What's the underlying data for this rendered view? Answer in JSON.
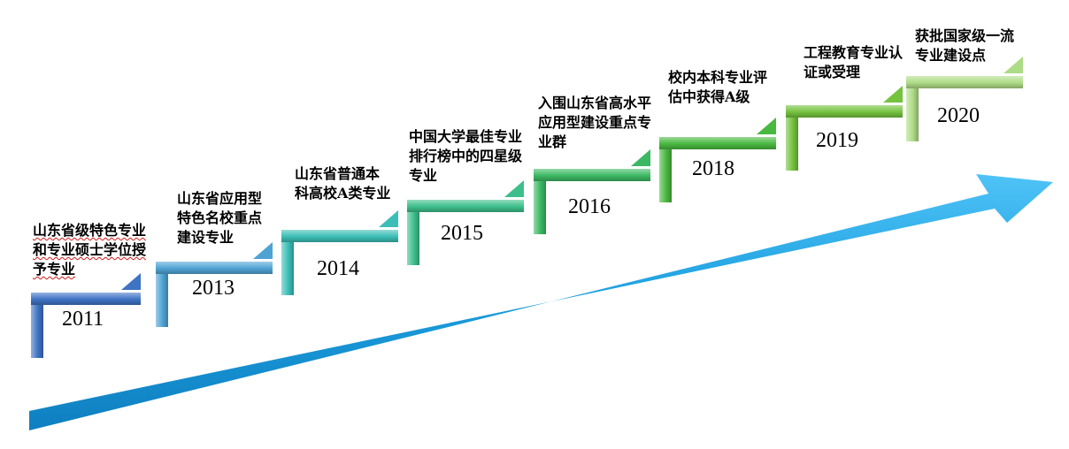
{
  "colors": {
    "arrow": "#1b9ede",
    "steps": [
      "#3f73c4",
      "#4ea3d4",
      "#3cbdb7",
      "#3dbf8b",
      "#3cb863",
      "#49b840",
      "#74c23e",
      "#aedb86"
    ]
  },
  "milestones": [
    {
      "year": "2011",
      "label": "山东省级特色专业和专业硕士学位授予专业"
    },
    {
      "year": "2013",
      "label": "山东省应用型特色名校重点建设专业"
    },
    {
      "year": "2014",
      "label": "山东省普通本科高校A类专业"
    },
    {
      "year": "2015",
      "label": "中国大学最佳专业排行榜中的四星级专业"
    },
    {
      "year": "2016",
      "label": "入围山东省高水平应用型建设重点专业群"
    },
    {
      "year": "2018",
      "label": "校内本科专业评估中获得A级"
    },
    {
      "year": "2019",
      "label": "工程教育专业认证或受理"
    },
    {
      "year": "2020",
      "label": "获批国家级一流专业建设点"
    }
  ]
}
